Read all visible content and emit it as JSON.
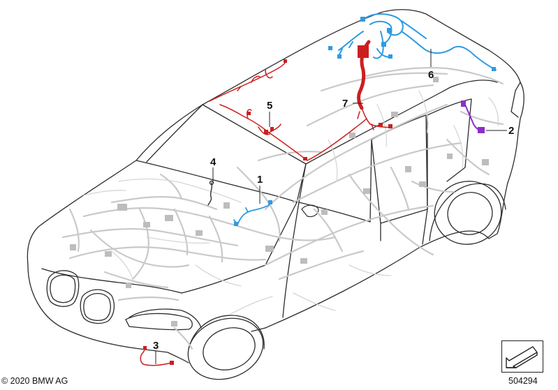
{
  "diagram": {
    "colors": {
      "outline": "#2b2b2b",
      "harness_gray": "#c9c9c9",
      "red": "#cc1f1f",
      "blue": "#2f9be0",
      "purple": "#8b2fc9",
      "dark": "#333333"
    },
    "callouts": [
      {
        "id": "1",
        "label": "1"
      },
      {
        "id": "2",
        "label": "2"
      },
      {
        "id": "3",
        "label": "3"
      },
      {
        "id": "4",
        "label": "4"
      },
      {
        "id": "5",
        "label": "5"
      },
      {
        "id": "6",
        "label": "6"
      },
      {
        "id": "7",
        "label": "7"
      }
    ],
    "copyright": "© 2020 BMW AG",
    "document_number": "504294",
    "nav_icon": "arrow-navigation-icon"
  }
}
